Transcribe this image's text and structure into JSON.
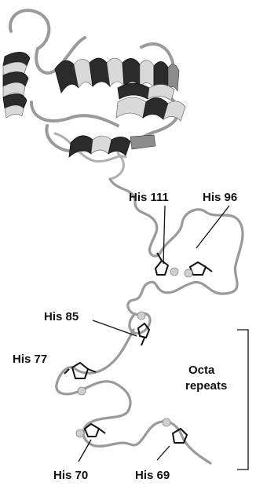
{
  "labels": {
    "his111": "His 111",
    "his96": "His 96",
    "his85": "His 85",
    "his77": "His 77",
    "his70": "His 70",
    "his69": "His 69",
    "octa_line1": "Octa",
    "octa_line2": "repeats"
  },
  "colors": {
    "backbone": "#9a9a9a",
    "helix_dark": "#2b2b2b",
    "helix_light": "#d9d9d9",
    "ion": "#cfcfcf"
  }
}
